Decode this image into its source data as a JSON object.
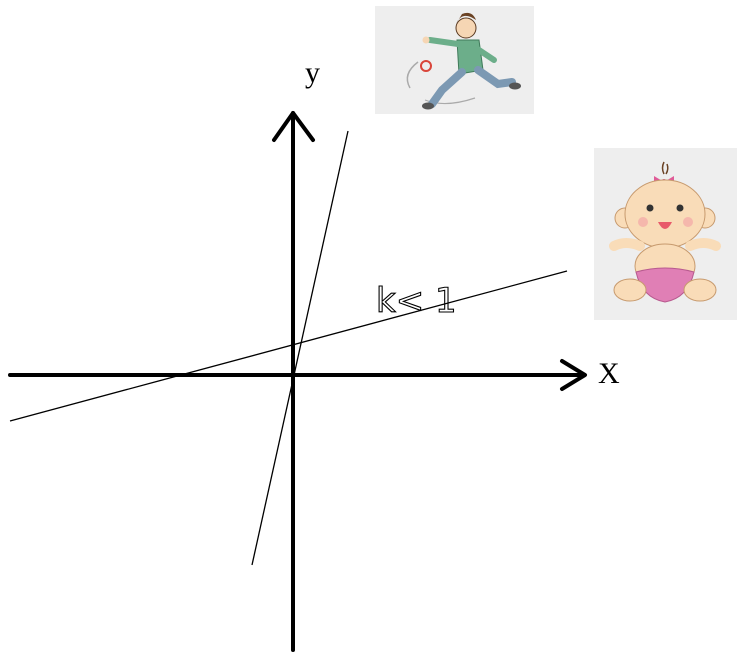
{
  "labels": {
    "x_axis": "X",
    "y_axis": "y",
    "annotation": "k< 1"
  },
  "stickers": {
    "left": "running-boy-icon",
    "right": "baby-girl-icon"
  },
  "colors": {
    "axis": "#000000",
    "sticker_bg": "#eeeeee",
    "diaper": "#e07fb5",
    "bow": "#e05b98",
    "skin": "#f9dcb8",
    "shirt": "#6cae8a",
    "pants": "#7c99b3"
  }
}
